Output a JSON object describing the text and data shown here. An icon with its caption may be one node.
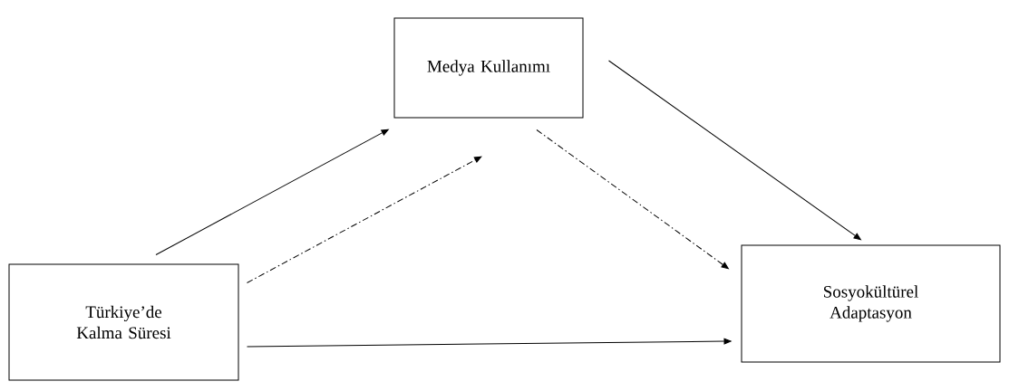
{
  "diagram": {
    "nodes": [
      {
        "text": [
          "Medya Kullanımı"
        ]
      },
      {
        "text": [
          "Türkiye’de Kalma Süresi"
        ]
      },
      {
        "text": [
          "Sosyokültürel Adaptasyon"
        ]
      }
    ],
    "edges": [
      {
        "from": 1,
        "to": 0,
        "arrow": "to"
      },
      {
        "from": 1,
        "to": 0,
        "arrow": "to",
        "style": "dashed"
      },
      {
        "from": 0,
        "to": 2,
        "arrow": "to"
      },
      {
        "from": 0,
        "to": 2,
        "arrow": "to",
        "style": "dashed"
      },
      {
        "from": 1,
        "to": 2,
        "arrow": "to"
      }
    ]
  }
}
